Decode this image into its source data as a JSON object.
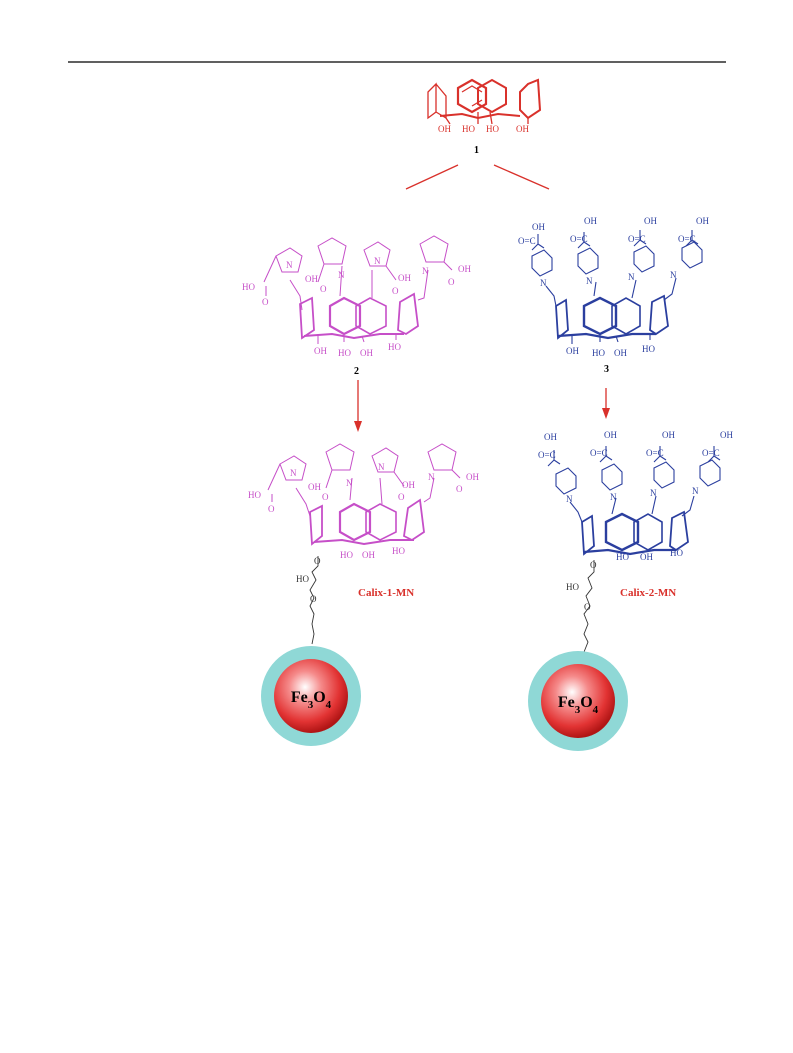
{
  "colors": {
    "rule": "#000000",
    "compound1": "#d9312b",
    "arrow": "#d9312b",
    "prolinyl": "#c64fc8",
    "piperidinyl": "#2b3f9f",
    "linker": "#333333",
    "mn_label": "#d9312b",
    "shell": "#8fd8d6",
    "core_light": "#ffffff",
    "core_mid": "#f05a5a",
    "core_dark": "#b01515"
  },
  "compounds": {
    "c1": {
      "label": "1",
      "oh": [
        "OH",
        "HO",
        "HO",
        "OH"
      ]
    },
    "c2": {
      "label": "2",
      "oh": [
        "OH",
        "HO",
        "OH",
        "HO"
      ],
      "acid": [
        "HO",
        "O",
        "OH",
        "O",
        "O",
        "OH",
        "O",
        "OH"
      ],
      "n": "N"
    },
    "c3": {
      "label": "3",
      "oh": [
        "OH",
        "HO",
        "OH",
        "HO"
      ],
      "acid": [
        "OH",
        "O=C"
      ],
      "n": "N"
    }
  },
  "products": {
    "mn1": {
      "label": "Calix-1-MN",
      "core": "Fe3O4",
      "linker": [
        "O",
        "HO",
        "O"
      ]
    },
    "mn2": {
      "label": "Calix-2-MN",
      "core": "Fe3O4",
      "linker": [
        "O",
        "HO",
        "O"
      ]
    }
  }
}
